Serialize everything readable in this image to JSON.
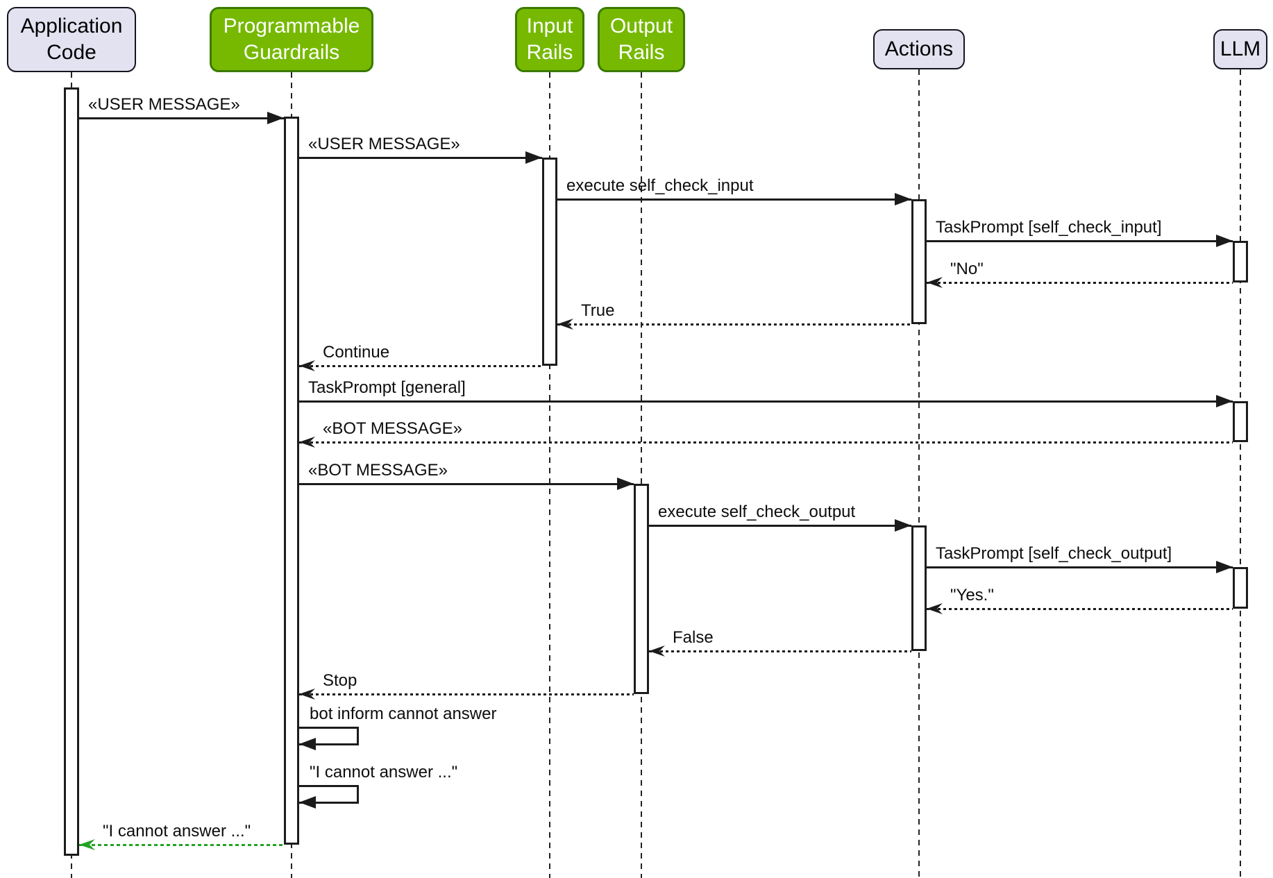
{
  "diagram": {
    "type": "sequence",
    "participants": [
      {
        "id": "app",
        "label": "Application\nCode",
        "style": "default"
      },
      {
        "id": "pg",
        "label": "Programmable\nGuardrails",
        "style": "green"
      },
      {
        "id": "input",
        "label": "Input\nRails",
        "style": "green"
      },
      {
        "id": "output",
        "label": "Output\nRails",
        "style": "green"
      },
      {
        "id": "actions",
        "label": "Actions",
        "style": "default"
      },
      {
        "id": "llm",
        "label": "LLM",
        "style": "default"
      }
    ],
    "messages": [
      {
        "from": "app",
        "to": "pg",
        "label": "«USER MESSAGE»",
        "kind": "sync"
      },
      {
        "from": "pg",
        "to": "input",
        "label": "«USER MESSAGE»",
        "kind": "sync"
      },
      {
        "from": "input",
        "to": "actions",
        "label": "execute self_check_input",
        "kind": "sync"
      },
      {
        "from": "actions",
        "to": "llm",
        "label": "TaskPrompt [self_check_input]",
        "kind": "sync"
      },
      {
        "from": "llm",
        "to": "actions",
        "label": "\"No\"",
        "kind": "return"
      },
      {
        "from": "actions",
        "to": "input",
        "label": "True",
        "kind": "return"
      },
      {
        "from": "input",
        "to": "pg",
        "label": "Continue",
        "kind": "return"
      },
      {
        "from": "pg",
        "to": "llm",
        "label": "TaskPrompt [general]",
        "kind": "sync"
      },
      {
        "from": "llm",
        "to": "pg",
        "label": "«BOT MESSAGE»",
        "kind": "return"
      },
      {
        "from": "pg",
        "to": "output",
        "label": "«BOT MESSAGE»",
        "kind": "sync"
      },
      {
        "from": "output",
        "to": "actions",
        "label": "execute self_check_output",
        "kind": "sync"
      },
      {
        "from": "actions",
        "to": "llm",
        "label": "TaskPrompt [self_check_output]",
        "kind": "sync"
      },
      {
        "from": "llm",
        "to": "actions",
        "label": "\"Yes.\"",
        "kind": "return"
      },
      {
        "from": "actions",
        "to": "output",
        "label": "False",
        "kind": "return"
      },
      {
        "from": "output",
        "to": "pg",
        "label": "Stop",
        "kind": "return"
      },
      {
        "from": "pg",
        "to": "pg",
        "label": "bot inform cannot answer",
        "kind": "self"
      },
      {
        "from": "pg",
        "to": "pg",
        "label": "\"I cannot answer ...\"",
        "kind": "self"
      },
      {
        "from": "pg",
        "to": "app",
        "label": "\"I cannot answer ...\"",
        "kind": "return",
        "color": "green"
      }
    ]
  },
  "colors": {
    "background": "#FFFFFF",
    "participant_fill": "#E2E2F0",
    "participant_border": "#15151F",
    "green_fill": "#76B900",
    "green_border": "#3B7A00",
    "green_text": "#FFFFFF",
    "line": "#1B1B1B",
    "text": "#0D0D0D",
    "return_green": "#23A323"
  }
}
